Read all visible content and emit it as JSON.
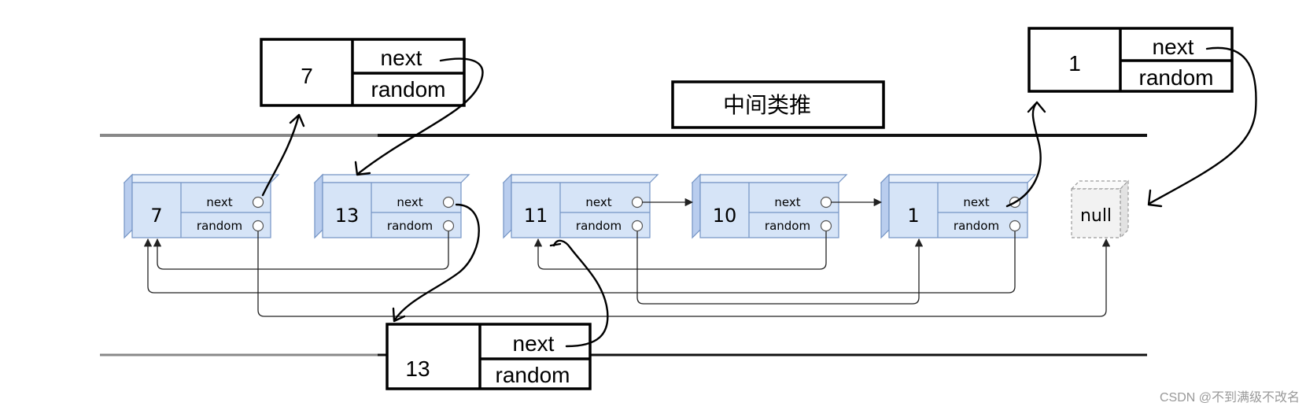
{
  "title_box": {
    "label": "中间类推"
  },
  "node_fields": {
    "next": "next",
    "random": "random"
  },
  "nodes": [
    {
      "value": "7"
    },
    {
      "value": "13"
    },
    {
      "value": "11"
    },
    {
      "value": "10"
    },
    {
      "value": "1"
    }
  ],
  "null_node": {
    "label": "null"
  },
  "copy_boxes": [
    {
      "value": "7",
      "next_label": "next",
      "random_label": "random"
    },
    {
      "value": "1",
      "next_label": "next",
      "random_label": "random"
    },
    {
      "value": "13",
      "next_label": "next",
      "random_label": "random"
    }
  ],
  "watermark": "CSDN @不到满级不改名",
  "colors": {
    "node_fill": "#d6e4f7",
    "node_stroke": "#7393c4",
    "null_fill": "#f2f2f2"
  }
}
